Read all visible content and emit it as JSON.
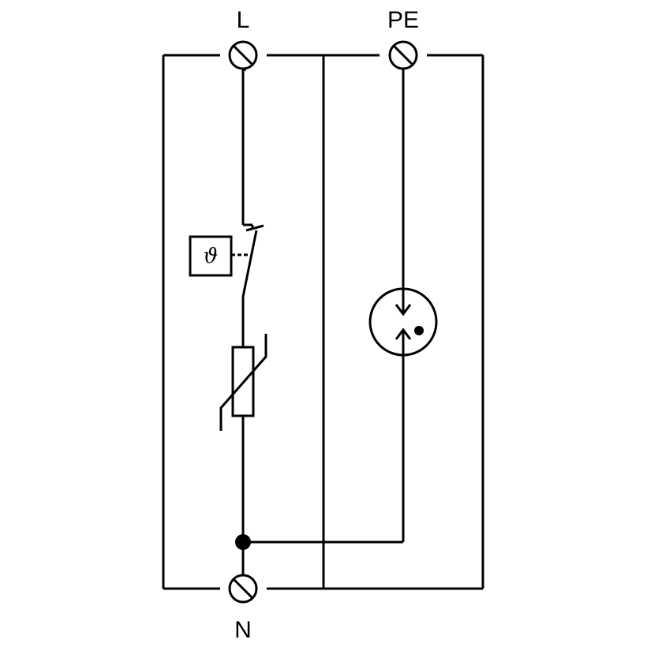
{
  "terminals": {
    "line": "L",
    "protective_earth": "PE",
    "neutral": "N"
  },
  "thermal_disconnector": {
    "symbol": "ϑ"
  },
  "colors": {
    "stroke": "#000000",
    "background": "#ffffff"
  },
  "icons": [
    "screw-terminal-icon",
    "thermal-disconnector-switch-icon",
    "varistor-icon",
    "gas-discharge-tube-icon",
    "junction-dot-icon"
  ]
}
